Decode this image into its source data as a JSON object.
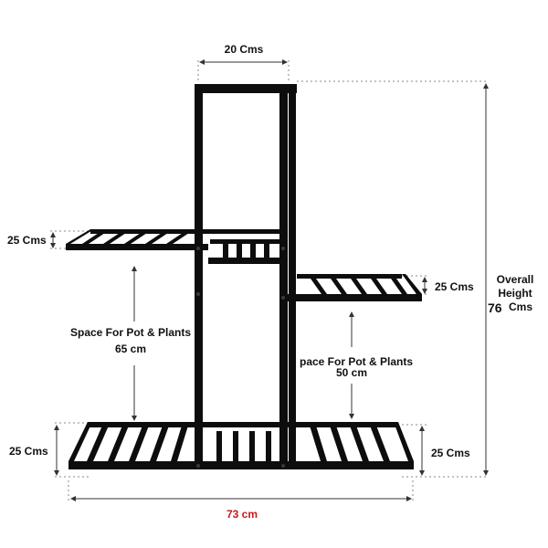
{
  "labels": {
    "top_width": "20 Cms",
    "left_shelf_height": "25 Cms",
    "right_shelf_height": "25 Cms",
    "bottom_left_height": "25 Cms",
    "bottom_right_height": "25 Cms",
    "left_space_title": "Space For Pot & Plants",
    "left_space_value": "65 cm",
    "right_space_title": "pace For Pot & Plants",
    "right_space_value": "50 cm",
    "overall_line1": "Overall",
    "overall_line2": "Height",
    "overall_value": "76",
    "overall_unit": "Cms",
    "total_width": "73 cm"
  },
  "colors": {
    "frame": "#0d0d0d",
    "dimension_line": "#333333",
    "dotted_guide": "#888888",
    "width_accent": "#c41a1a"
  }
}
